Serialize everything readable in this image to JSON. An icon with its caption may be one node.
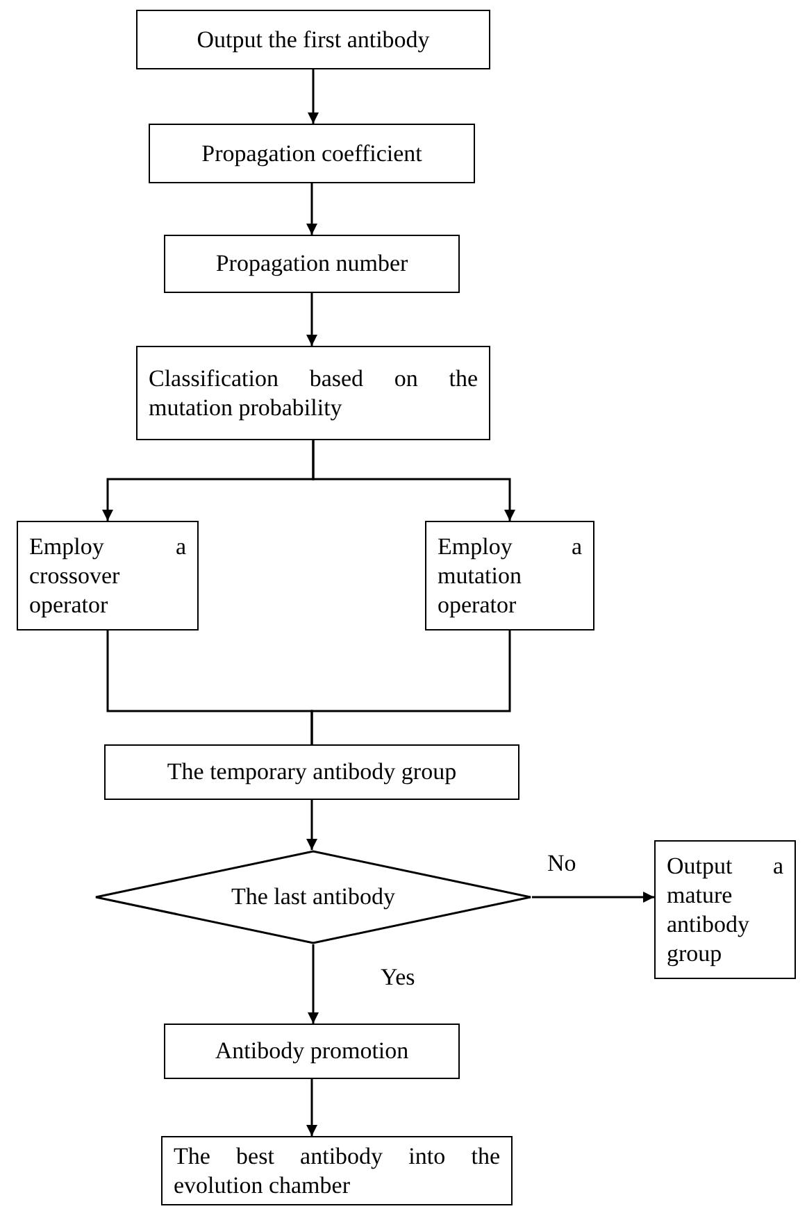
{
  "diagram": {
    "nodes": [
      {
        "text": [
          "Output the first antibody"
        ]
      },
      {
        "text": [
          "Propagation coefficient"
        ]
      },
      {
        "text": [
          "Propagation number"
        ]
      },
      {
        "text": [
          "Classification based on the mutation probability"
        ]
      },
      {
        "text": [
          "Employ a crossover operator"
        ]
      },
      {
        "text": [
          "Employ a mutation operator"
        ]
      },
      {
        "text": [
          "The temporary antibody group"
        ]
      },
      {
        "text": [
          "The last antibody"
        ]
      },
      {
        "text": [
          "Output a mature antibody group"
        ]
      },
      {
        "text": [
          "Antibody promotion"
        ]
      },
      {
        "text": [
          "The best antibody into the evolution chamber"
        ]
      }
    ],
    "edges": [
      {
        "from": 0,
        "to": 1,
        "arrow": "to"
      },
      {
        "from": 1,
        "to": 2,
        "arrow": "to"
      },
      {
        "from": 2,
        "to": 3,
        "arrow": "to"
      },
      {
        "from": 3,
        "to": 4,
        "arrow": "to"
      },
      {
        "from": 3,
        "to": 5,
        "arrow": "to"
      },
      {
        "from": 4,
        "to": 6,
        "arrow": "none"
      },
      {
        "from": 5,
        "to": 6,
        "arrow": "none"
      },
      {
        "from": 6,
        "to": 7,
        "arrow": "to"
      },
      {
        "from": 7,
        "to": 8,
        "arrow": "to",
        "label": "No"
      },
      {
        "from": 7,
        "to": 9,
        "arrow": "to",
        "label": "Yes"
      },
      {
        "from": 9,
        "to": 10,
        "arrow": "to"
      }
    ]
  }
}
